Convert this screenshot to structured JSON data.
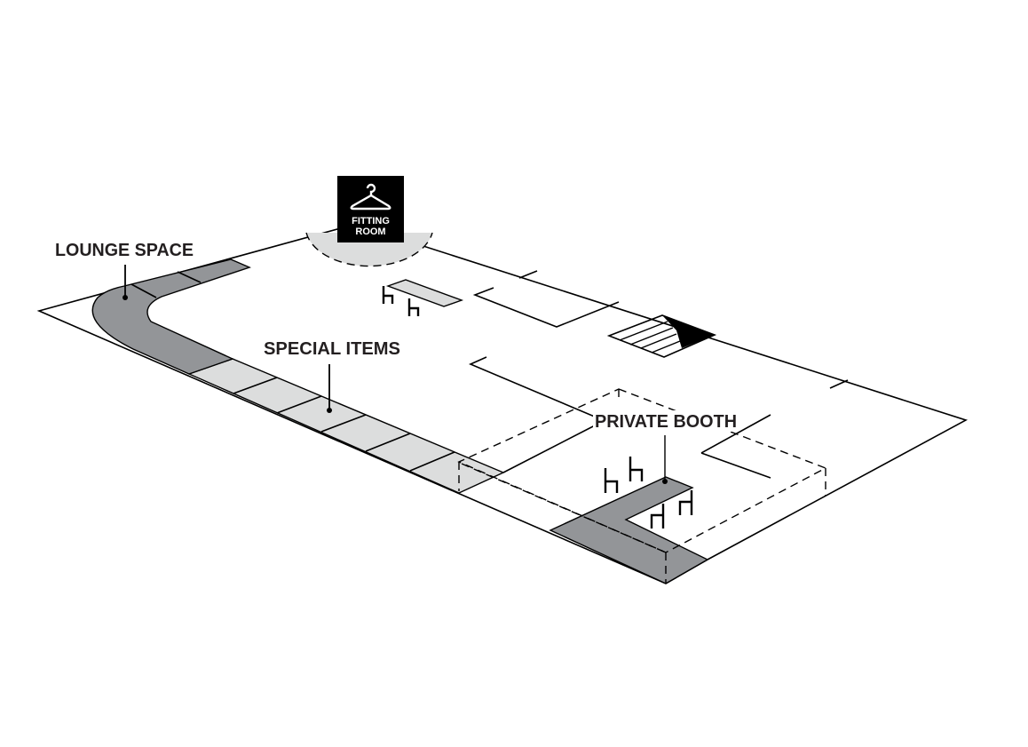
{
  "labels": {
    "lounge": "LOUNGE SPACE",
    "special": "SPECIAL ITEMS",
    "booth": "PRIVATE BOOTH",
    "fitting_line1": "FITTING",
    "fitting_line2": "ROOM"
  },
  "icons": {
    "fitting_room": "hanger-icon",
    "chair": "chair-icon",
    "stairs": "stairs-icon"
  },
  "colors": {
    "dark_zone": "#939598",
    "light_zone": "#dcdddd",
    "ink": "#000000"
  }
}
